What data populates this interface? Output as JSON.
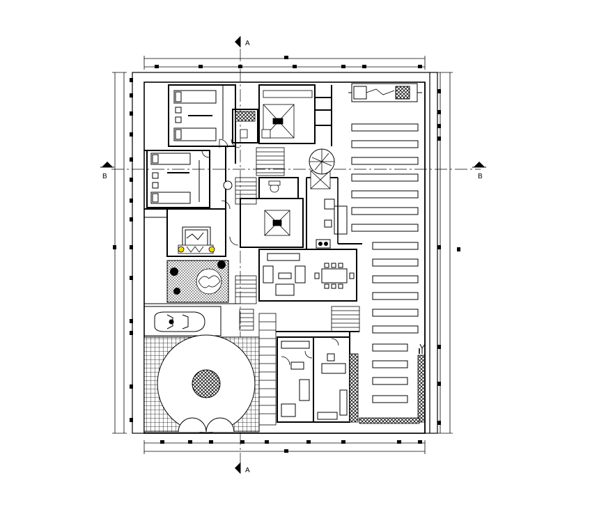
{
  "drawing": {
    "type": "floor-plan",
    "section_marks": {
      "top_a": "A",
      "bottom_a": "A",
      "left_b": "B",
      "right_b": "B"
    },
    "colors": {
      "line": "#000000",
      "background": "#ffffff",
      "fixture_accent": "#f5d800"
    },
    "icons": [
      "bed-icon",
      "sofa-icon",
      "dining-table-icon",
      "tree-icon",
      "car-icon",
      "stair-icon",
      "toilet-icon",
      "kitchen-icon",
      "door-swing-icon"
    ]
  }
}
